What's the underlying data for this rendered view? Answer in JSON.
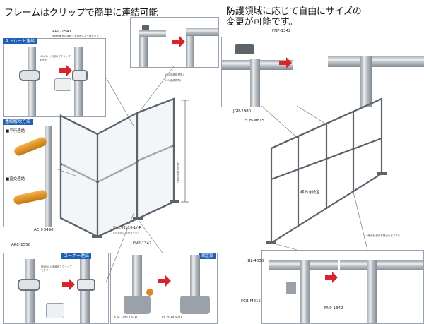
{
  "headlines": {
    "left": "フレームはクリップで簡単に連結可能",
    "right_line1": "防護領域に応じて自由にサイズの",
    "right_line2": "変更が可能です。"
  },
  "sections": {
    "straight": "ストレート連結",
    "release": "連結解除方法",
    "release_parallel": "■平行連結",
    "release_orthogonal": "■直交連結",
    "corner": "コーナー連結",
    "fixing": "固定部"
  },
  "part_codes": {
    "arc1541": "ARC-1541",
    "ach3490": "ACH-3490",
    "arc1550": "ARC-1550",
    "kac": "KAC-H116-L/-R",
    "fnp_bottom": "FNP-1342",
    "fnp_top": "FNP-1342",
    "jgp": "JGP-2980",
    "fcb_top": "FCB-M815",
    "jbl": "JBL-4030",
    "fcb_bottom": "FCB-M815",
    "fnp_right": "FNP-1342",
    "fcb_cut": "FCB-M820",
    "kac_cut": "KAC-H116-R"
  },
  "notes": {
    "arc1541_note": "※部品番号は接続する場所により異なります",
    "m5_note_1": "M5ボルトを締めてクリップを外す",
    "m5_note_2": "M5ボルトを締めてクリップを外す",
    "dim_100": "100(前面板標準)",
    "dim_935": "935(金網標準)",
    "dim_height": "2100 (1800標準)",
    "kac_note": "※左右の区別があります",
    "horizontal": "横向き設置",
    "right_footnote": "※最終仕様はお問合わせ下さい"
  },
  "colors": {
    "accent_blue": "#1f5fb4",
    "arrow_red": "#d6262b",
    "frame_gray": "#5c636b",
    "handle_orange": "#d8891f"
  }
}
